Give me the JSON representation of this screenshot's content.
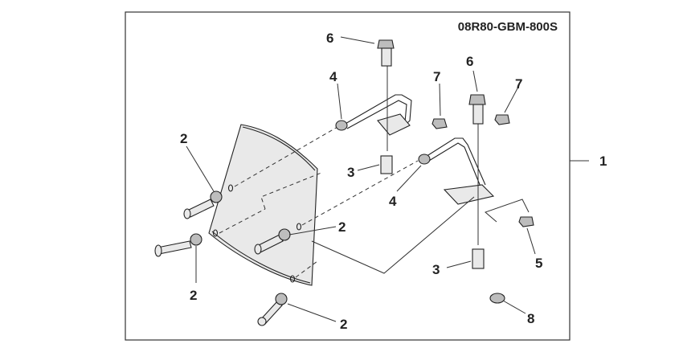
{
  "diagram": {
    "part_number": "08R80-GBM-800S",
    "callouts": {
      "c1": "1",
      "c2a": "2",
      "c2b": "2",
      "c2c": "2",
      "c2d": "2",
      "c3a": "3",
      "c3b": "3",
      "c4a": "4",
      "c4b": "4",
      "c5": "5",
      "c6a": "6",
      "c6b": "6",
      "c7a": "7",
      "c7b": "7",
      "c8": "8"
    }
  }
}
